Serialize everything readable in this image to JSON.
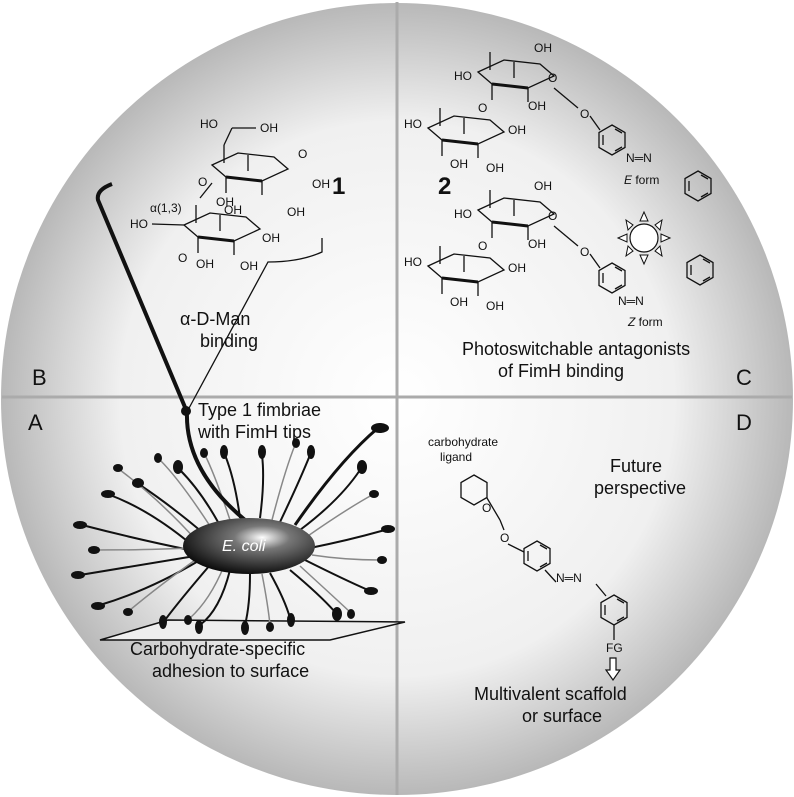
{
  "quadrants": {
    "A": {
      "letter": "A",
      "fimbriae_label_1": "Type 1 fimbriae",
      "fimbriae_label_2": "with FimH tips",
      "cell_label": "E. coli",
      "surface_label_1": "Carbohydrate-specific",
      "surface_label_2": "adhesion to surface"
    },
    "B": {
      "letter": "B",
      "compound_number": "1",
      "linkage": "α(1,3)",
      "binding_label_1": "α-D-Man",
      "binding_label_2": "binding",
      "hydroxyl": "OH",
      "hydroxyl_left": "HO",
      "ring_oxygen": "O"
    },
    "C": {
      "letter": "C",
      "compound_number": "2",
      "e_form_italic": "E",
      "e_form_rest": " form",
      "z_form_italic": "Z",
      "z_form_rest": " form",
      "azo": "N═N",
      "caption_1": "Photoswitchable antagonists",
      "caption_2": "of FimH binding"
    },
    "D": {
      "letter": "D",
      "ligand_label_1": "carbohydrate",
      "ligand_label_2": "ligand",
      "perspective_1": "Future",
      "perspective_2": "perspective",
      "functional_group": "FG",
      "scaffold_1": "Multivalent scaffold",
      "scaffold_2": "or surface"
    }
  }
}
